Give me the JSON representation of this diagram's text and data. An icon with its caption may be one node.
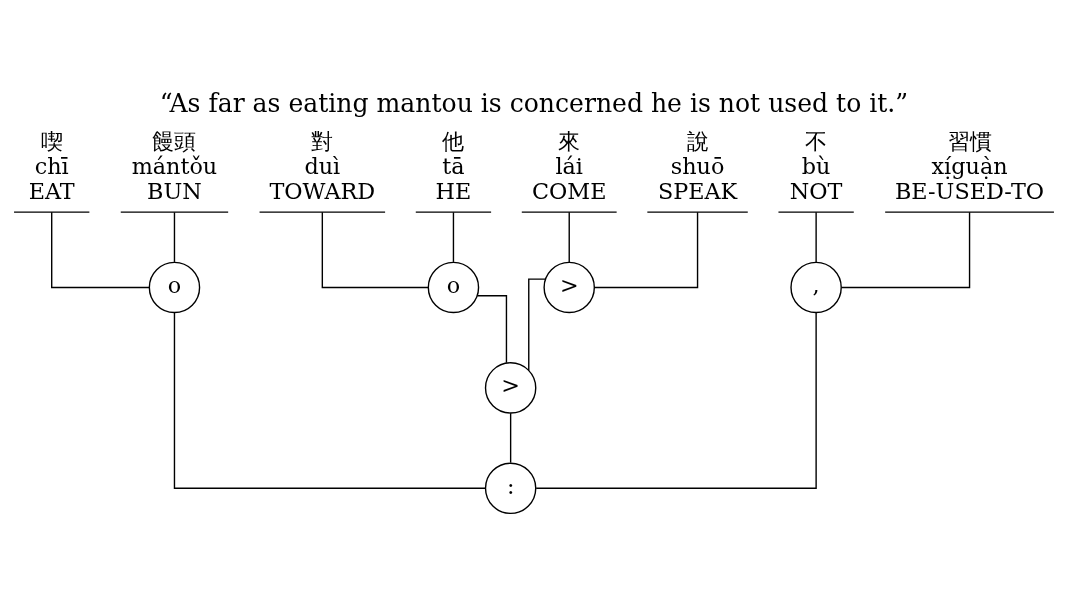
{
  "diagram": {
    "caption": "“As far as eating mantou is concerned he is not used to it.”",
    "nodes": [
      {
        "text": [
          "喫",
          "chī",
          "EAT"
        ]
      },
      {
        "text": [
          "饅頭",
          "mántǒu",
          "BUN"
        ]
      },
      {
        "text": [
          "對",
          "duì",
          "TOWARD"
        ]
      },
      {
        "text": [
          "他",
          "tā",
          "HE"
        ]
      },
      {
        "text": [
          "來",
          "lái",
          "COME"
        ]
      },
      {
        "text": [
          "說",
          "shuō",
          "SPEAK"
        ]
      },
      {
        "text": [
          "不",
          "bù",
          "NOT"
        ]
      },
      {
        "text": [
          "習慣",
          "xị́guạ̀n",
          "BE-USED-TO"
        ]
      },
      {
        "text": [
          "o"
        ]
      },
      {
        "text": [
          "o"
        ]
      },
      {
        "text": [
          ">"
        ]
      },
      {
        "text": [
          ","
        ]
      },
      {
        "text": [
          ":"
        ]
      },
      {
        "text": [
          ">"
        ]
      }
    ],
    "edges": [
      {
        "from": 0,
        "to": 8,
        "arrow": "none"
      },
      {
        "from": 1,
        "to": 8,
        "arrow": "none"
      },
      {
        "from": 2,
        "to": 9,
        "arrow": "none"
      },
      {
        "from": 3,
        "to": 9,
        "arrow": "none"
      },
      {
        "from": 4,
        "to": 10,
        "arrow": "none"
      },
      {
        "from": 5,
        "to": 10,
        "arrow": "none"
      },
      {
        "from": 6,
        "to": 11,
        "arrow": "none"
      },
      {
        "from": 7,
        "to": 11,
        "arrow": "none"
      },
      {
        "from": 8,
        "to": 12,
        "arrow": "none"
      },
      {
        "from": 11,
        "to": 12,
        "arrow": "none"
      },
      {
        "from": 9,
        "to": 13,
        "arrow": "none"
      },
      {
        "from": 10,
        "to": 13,
        "arrow": "none"
      },
      {
        "from": 13,
        "to": 12,
        "arrow": "none"
      }
    ]
  }
}
